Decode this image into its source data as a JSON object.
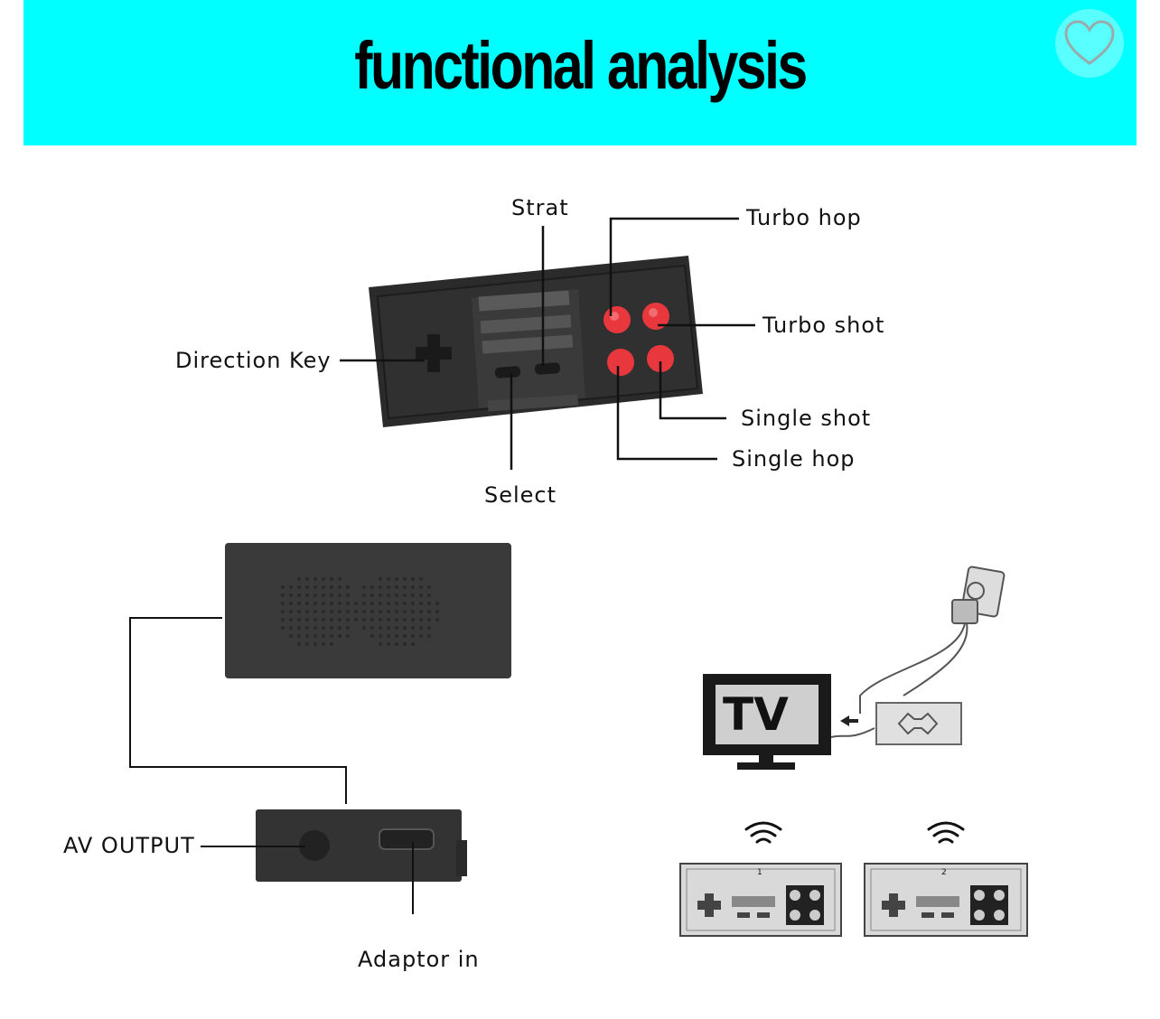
{
  "header": {
    "title": "functional analysis",
    "favorite_icon": "heart-icon",
    "banner_color": "#00ffff"
  },
  "controller_labels": {
    "start": "Strat",
    "turbo_hop": "Turbo hop",
    "turbo_shot": "Turbo shot",
    "direction_key": "Direction Key",
    "single_shot": "Single shot",
    "single_hop": "Single hop",
    "select": "Select"
  },
  "console_labels": {
    "av_output": "AV OUTPUT",
    "adaptor_in": "Adaptor in"
  },
  "diagram": {
    "tv_text": "TV",
    "player_numbers": [
      "1",
      "2"
    ],
    "icons": [
      "wifi-icon",
      "wifi-icon",
      "power-plug-icon",
      "tv-icon",
      "arrow-left-icon"
    ]
  },
  "colors": {
    "controller_body": "#2b2b2b",
    "button_red": "#e8383d",
    "console_body": "#3a3a3a"
  }
}
